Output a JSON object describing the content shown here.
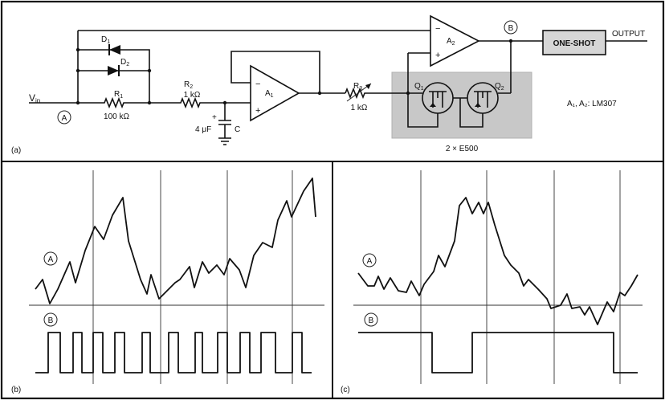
{
  "circuit": {
    "vin_label": "V",
    "vin_sub": "in",
    "node_a": "A",
    "node_b": "B",
    "d1": {
      "letter": "D",
      "sub": "1"
    },
    "d2": {
      "letter": "D",
      "sub": "2"
    },
    "r1": {
      "letter": "R",
      "sub": "1",
      "value": "100 kΩ"
    },
    "r2": {
      "letter": "R",
      "sub": "2",
      "value": "1 kΩ"
    },
    "r3": {
      "letter": "R",
      "sub": "3",
      "value": "1 kΩ"
    },
    "cap": {
      "value": "4 μF",
      "name": "C",
      "plus": "+"
    },
    "a1": {
      "letter": "A",
      "sub": "1"
    },
    "a2": {
      "letter": "A",
      "sub": "2"
    },
    "minus": "−",
    "plus": "+",
    "q1": {
      "letter": "Q",
      "sub": "1"
    },
    "q2": {
      "letter": "Q",
      "sub": "2"
    },
    "transistor_pair": "2 × E500",
    "one_shot": "ONE-SHOT",
    "output": "OUTPUT",
    "opamp_note": "A₁, A₂: LM307",
    "panel_label": "(a)"
  },
  "panels": {
    "b": {
      "label": "(b)",
      "trace_a": "A",
      "trace_b": "B"
    },
    "c": {
      "label": "(c)",
      "trace_a": "A",
      "trace_b": "B"
    }
  },
  "colors": {
    "ink": "#111111",
    "background": "#ffffff",
    "transistor_shade": "#c8c8c8"
  }
}
